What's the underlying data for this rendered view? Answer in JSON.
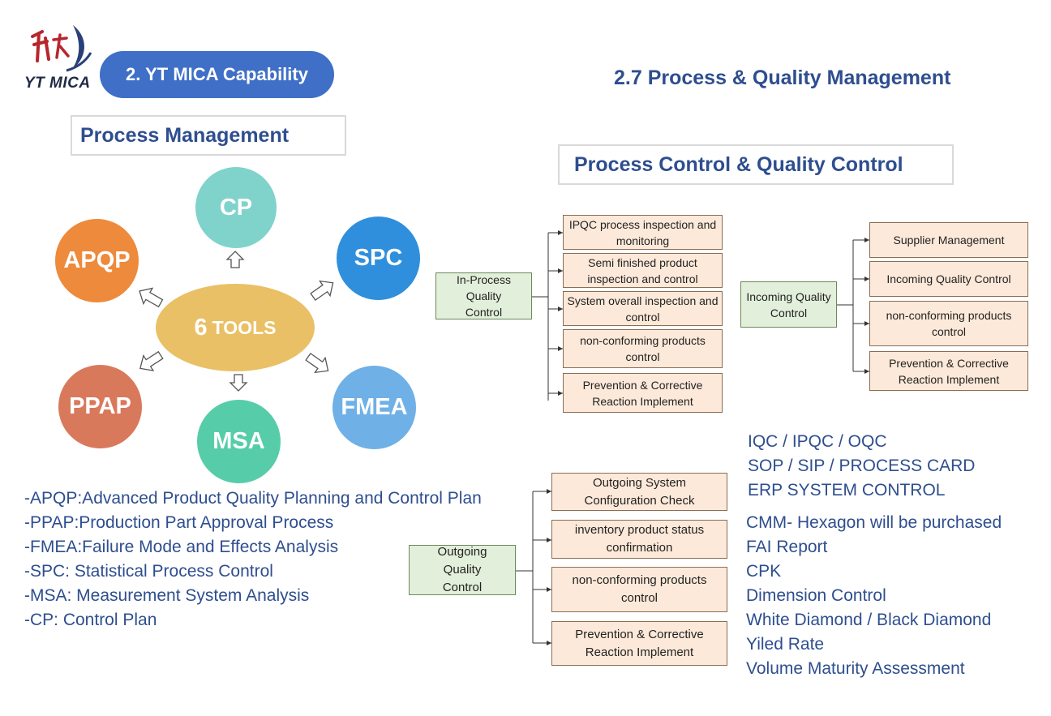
{
  "header": {
    "logo_text": "YT MICA",
    "section_pill": "2. YT MICA Capability",
    "slide_title": "2.7 Process & Quality Management"
  },
  "process_management": {
    "title": "Process Management",
    "center": "6",
    "center_suffix": "TOOLS",
    "tools": [
      "CP",
      "SPC",
      "FMEA",
      "MSA",
      "PPAP",
      "APQP"
    ],
    "definitions": [
      "-APQP:Advanced Product Quality Planning and Control Plan",
      "-PPAP:Production Part Approval Process",
      "-FMEA:Failure Mode and Effects Analysis",
      "-SPC: Statistical Process Control",
      "-MSA: Measurement System Analysis",
      "-CP: Control Plan"
    ]
  },
  "process_control": {
    "title": "Process Control & Quality Control",
    "in_process": {
      "label": "In-Process Quality Control",
      "items": [
        "IPQC process inspection and monitoring",
        "Semi finished product inspection and control",
        "System overall  inspection and control",
        "non-conforming products control",
        "Prevention & Corrective Reaction Implement"
      ]
    },
    "incoming": {
      "label": "Incoming Quality Control",
      "items": [
        "Supplier Management",
        "Incoming Quality Control",
        "non-conforming products control",
        "Prevention & Corrective Reaction Implement"
      ]
    },
    "outgoing": {
      "label": "Outgoing Quality Control",
      "items": [
        "Outgoing System Configuration Check",
        "inventory product status confirmation",
        "non-conforming products control",
        "Prevention & Corrective Reaction Implement"
      ]
    }
  },
  "systems_list": [
    "IQC / IPQC / OQC",
    "SOP / SIP / PROCESS CARD",
    "ERP SYSTEM CONTROL"
  ],
  "measurement_list": [
    "CMM- Hexagon will be purchased",
    "FAI Report",
    "CPK",
    "Dimension Control",
    "White Diamond / Black Diamond",
    "Yiled Rate",
    "Volume Maturity Assessment"
  ],
  "colors": {
    "accent_blue": "#2e4e8f",
    "pill_blue": "#3f6fc6",
    "cp": "#7fd3cb",
    "spc": "#2f8fdc",
    "fmea": "#6fb0e6",
    "msa": "#56cda8",
    "ppap": "#d9795c",
    "apqp": "#ee8a3c",
    "center": "#e9c065"
  }
}
